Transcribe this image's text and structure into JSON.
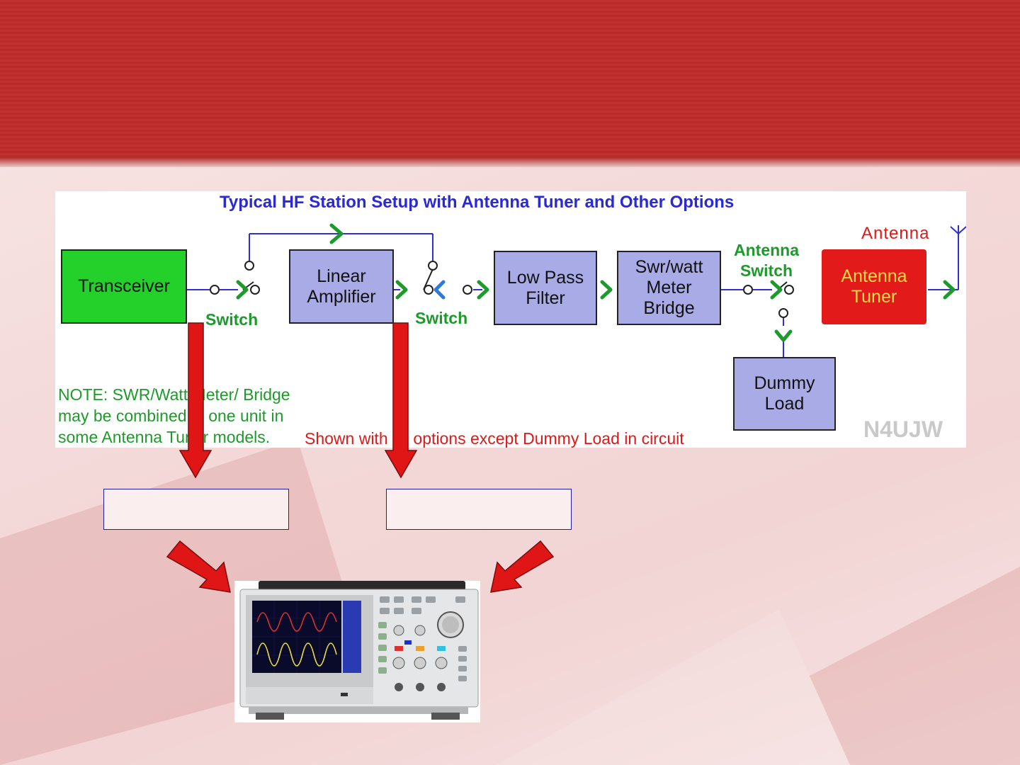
{
  "diagram": {
    "title": "Typical HF Station Setup with Antenna Tuner and Other Options",
    "boxes": {
      "transceiver": "Transceiver",
      "linear_amplifier": "Linear\nAmplifier",
      "low_pass_filter": "Low Pass\nFilter",
      "swr_meter": "Swr/watt\nMeter\nBridge",
      "antenna_tuner": "Antenna\nTuner",
      "dummy_load": "Dummy\nLoad"
    },
    "switch_labels": {
      "switch_1": "Switch",
      "switch_2": "Switch",
      "antenna_switch": "Antenna\nSwitch"
    },
    "antenna_label": "Antenna",
    "note": "NOTE: SWR/Watt Meter/ Bridge\nmay be combined in one unit in\nsome Antenna Tuner models.",
    "shown_text": "Shown with all options except Dummy Load in circuit",
    "signature": "N4UJW",
    "colors": {
      "box_blue": "#a9abe6",
      "transceiver_green": "#23d12a",
      "tuner_red": "#e21a1a",
      "line_blue": "#3030d0",
      "switch_green": "#1c9a2b",
      "callout_arrow_red": "#e01616"
    }
  },
  "label_boxes": [
    "",
    ""
  ],
  "oscilloscope": {
    "icon": "oscilloscope-image"
  }
}
